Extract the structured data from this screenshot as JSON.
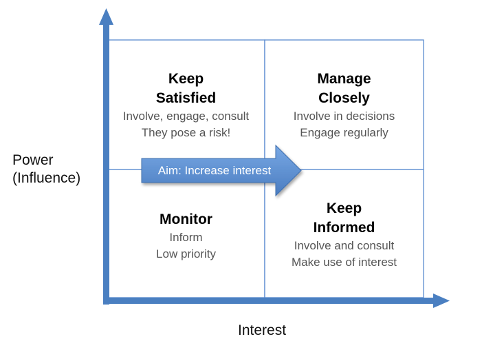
{
  "axes": {
    "y_label": "Power\n(Influence)",
    "x_label": "Interest"
  },
  "quadrants": {
    "top_left": {
      "title": "Keep\nSatisfied",
      "lines": "Involve, engage, consult\nThey pose a risk!"
    },
    "top_right": {
      "title": "Manage\nClosely",
      "lines": "Involve in decisions\nEngage regularly"
    },
    "bottom_left": {
      "title": "Monitor",
      "lines": "Inform\nLow priority"
    },
    "bottom_right": {
      "title": "Keep\nInformed",
      "lines": "Involve and consult\nMake use of interest"
    }
  },
  "arrow": {
    "label": "Aim: Increase interest"
  },
  "colors": {
    "axis": "#4a7fc1",
    "grid_border": "#5b8bd0",
    "arrow_fill": "#5f93d6",
    "arrow_fill_dark": "#4a7cc0"
  }
}
